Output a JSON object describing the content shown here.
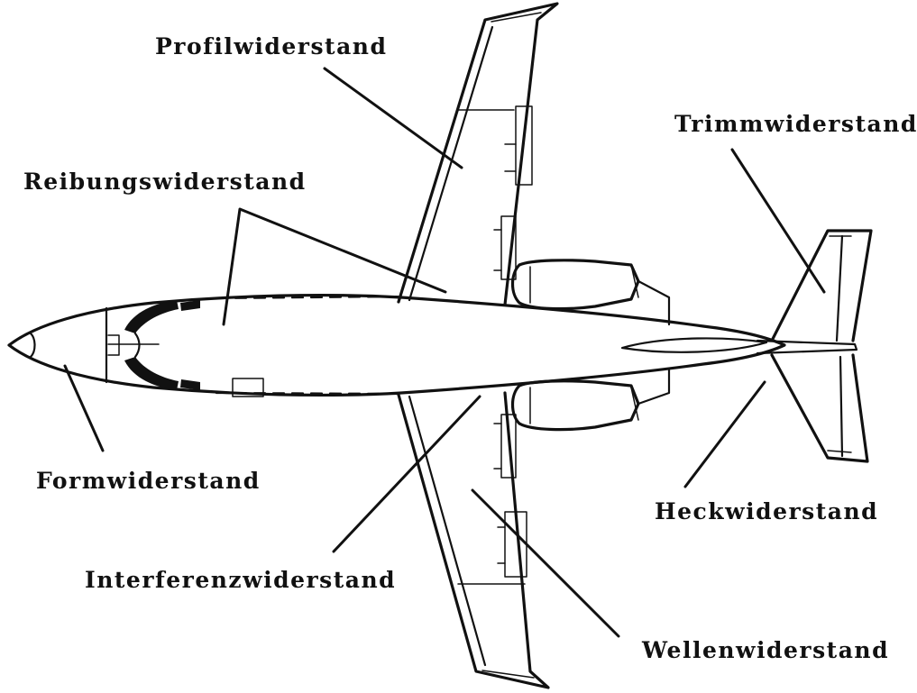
{
  "labels": {
    "profil": "Profilwiderstand",
    "trimm": "Trimmwiderstand",
    "reibung": "Reibungswiderstand",
    "form": "Formwiderstand",
    "heck": "Heckwiderstand",
    "interferenz": "Interferenzwiderstand",
    "wellen": "Wellenwiderstand"
  },
  "colors": {
    "ink": "#111111",
    "background": "#ffffff"
  }
}
